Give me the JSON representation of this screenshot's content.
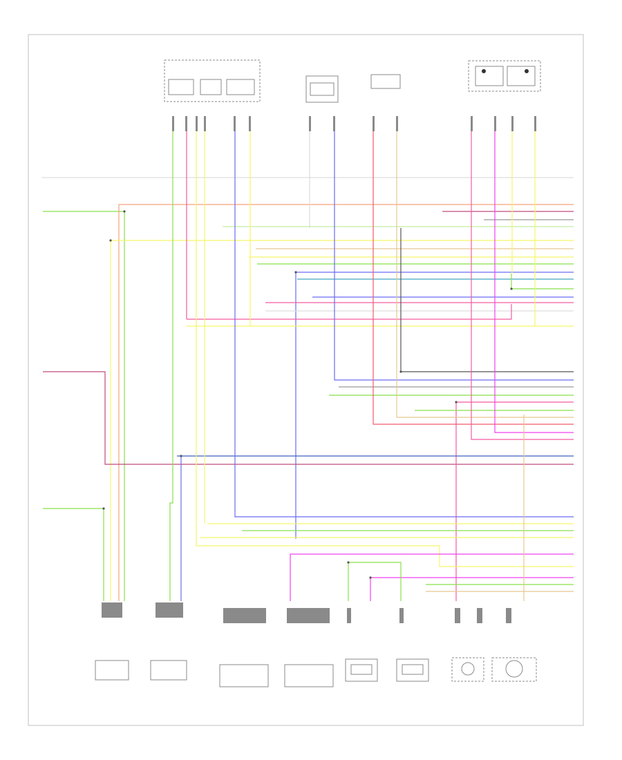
{
  "diagram": {
    "page_ref": "",
    "top_components": [
      {
        "id": "ecm-top",
        "label": ""
      },
      {
        "id": "front-sensor",
        "label": ""
      },
      {
        "id": "lh-sensor",
        "label": ""
      },
      {
        "id": "relay-box",
        "label": ""
      }
    ],
    "bottom_components": [
      {
        "id": "hego-1",
        "label": ""
      },
      {
        "id": "hego-2",
        "label": ""
      },
      {
        "id": "ho2s-3",
        "label": ""
      },
      {
        "id": "ho2s-4",
        "label": ""
      },
      {
        "id": "cmp-1",
        "label": ""
      },
      {
        "id": "cmp-2",
        "label": ""
      },
      {
        "id": "sensor-a",
        "label": ""
      },
      {
        "id": "sensor-b",
        "label": ""
      }
    ],
    "right_wire_labels": [],
    "colors": {
      "green": "#88e04a",
      "lightgreen": "#bff0a0",
      "orange": "#f7a27c",
      "yellow": "#f5f56a",
      "blue": "#6a6af5",
      "pink": "#f55aa0",
      "magenta": "#f040f0",
      "red": "#f25a6a",
      "tan": "#e8c890",
      "navy": "#4060c0",
      "teal": "#40a8c0",
      "gray": "#999999",
      "darkred": "#c04a7a"
    }
  }
}
